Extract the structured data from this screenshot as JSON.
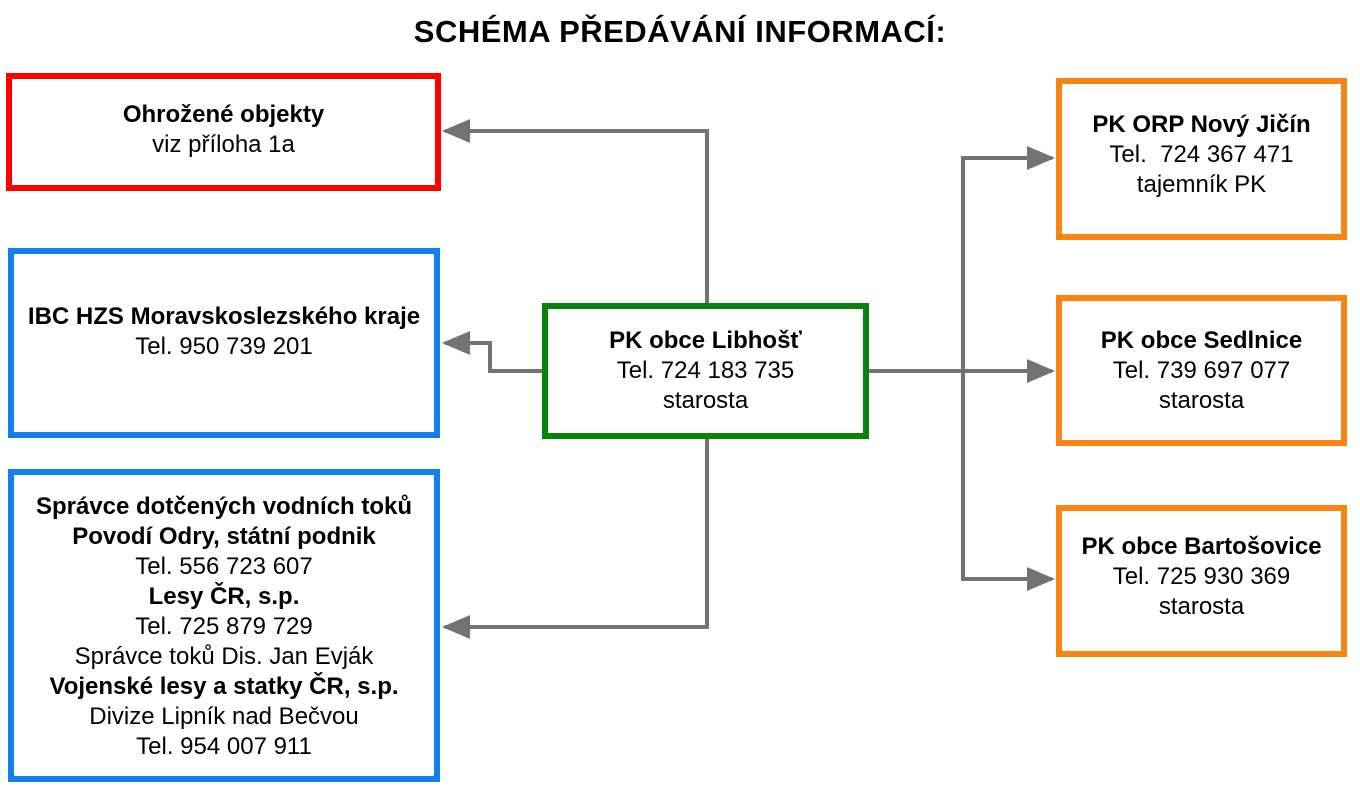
{
  "title": "SCHÉMA PŘEDÁVÁNÍ INFORMACÍ:",
  "colors": {
    "red": "#ff0000",
    "blue": "#1380f2",
    "green": "#098209",
    "orange": "#fa8412",
    "arrow": "#737373"
  },
  "nodes": {
    "threatened": {
      "name": "Ohrožené objekty",
      "detail": "viz příloha 1a"
    },
    "ibc": {
      "name": "IBC HZS Moravskoslezského kraje",
      "phone": "Tel. 950 739 201"
    },
    "water": {
      "heading1": "Správce dotčených vodních toků",
      "heading2": "Povodí Odry, státní podnik",
      "phone1": "Tel. 556 723 607",
      "org2": "Lesy ČR, s.p.",
      "phone2": "Tel. 725 879 729",
      "contact2": "Správce toků Dis. Jan Evják",
      "org3": "Vojenské lesy a statky ČR, s.p.",
      "division3": "Divize Lipník nad Bečvou",
      "phone3": "Tel. 954 007 911"
    },
    "center": {
      "name": "PK obce Libhošť",
      "phone": "Tel. 724 183 735",
      "role": "starosta"
    },
    "orp": {
      "name": "PK ORP Nový Jičín",
      "phone": "Tel.  724 367 471",
      "role": "tajemník PK"
    },
    "sedlnice": {
      "name": "PK obce Sedlnice",
      "phone": "Tel. 739 697 077",
      "role": "starosta"
    },
    "bartosovice": {
      "name": "PK obce Bartošovice",
      "phone": "Tel. 725 930 369",
      "role": "starosta"
    }
  }
}
